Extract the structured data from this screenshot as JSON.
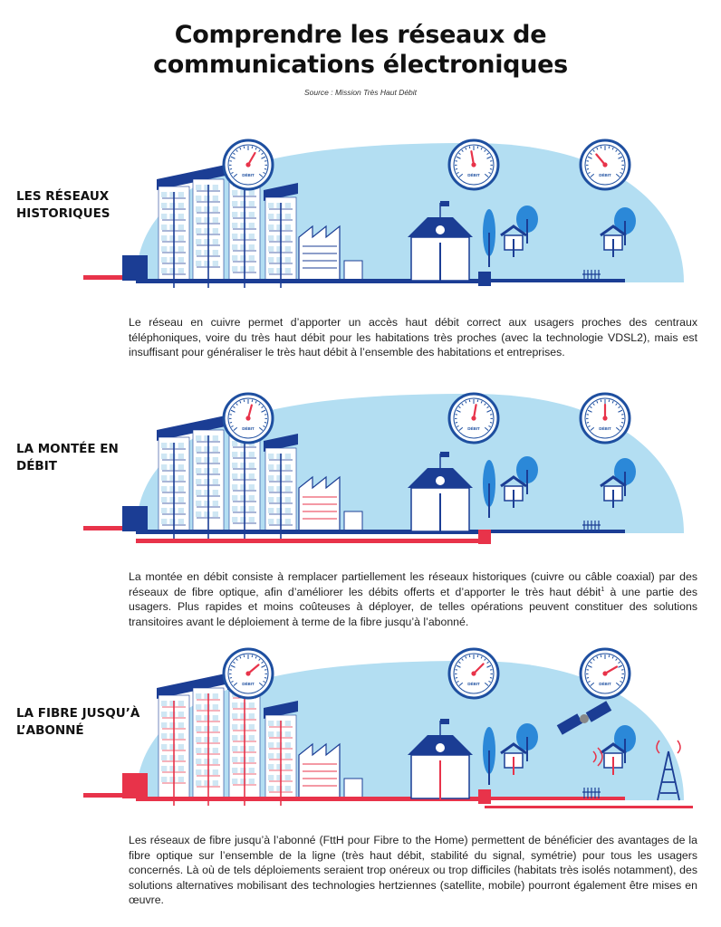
{
  "title_line1": "Comprendre les réseaux de",
  "title_line2": "communications électroniques",
  "source": "Source : Mission Très Haut Débit",
  "gauge_label": "DÉBIT",
  "panels": [
    {
      "label_line1": "LES RÉSEAUX",
      "label_line2": "HISTORIQUES",
      "text": "Le réseau en cuivre permet d’apporter un accès haut débit correct aux usagers proches des centraux téléphoniques, voire du très haut débit pour les habitations très proches (avec la technologie VDSL2), mais est insuffisant pour généraliser le très haut débit à l’ensemble des habitations et entreprises."
    },
    {
      "label_line1": "LA MONTÉE EN",
      "label_line2": "DÉBIT",
      "text_before_sup": "La montée en débit consiste à remplacer partiellement les réseaux historiques (cuivre ou câble coaxial) par des réseaux de fibre optique, afin d’améliorer les débits offerts et d’apporter le très haut débit",
      "sup": "1",
      "text_after_sup": " à une partie des usagers. Plus rapides et moins coûteuses à déployer, de telles opérations peuvent constituer des solutions transitoires avant le déploiement à terme de la fibre jusqu’à l’abonné."
    },
    {
      "label_line1": "LA FIBRE JUSQU’À",
      "label_line2": "L’ABONNÉ",
      "text": "Les réseaux de fibre jusqu’à l’abonné (FttH pour Fibre to the Home) permettent de bénéficier des avantages de la fibre optique sur l’ensemble de la ligne (très haut débit, stabilité du signal, symétrie) pour tous les usagers concernés. Là où de tels déploiements seraient trop onéreux ou trop difficiles (habitats très isolés notamment), des solutions alternatives mobilisant des technologies hertziennes (satellite, mobile) pourront également être mises en œuvre."
    }
  ],
  "colors": {
    "sky": "#b3def2",
    "navy": "#1b3d94",
    "fiber_red": "#e8334a",
    "gauge_blue": "#1e4fa0"
  }
}
